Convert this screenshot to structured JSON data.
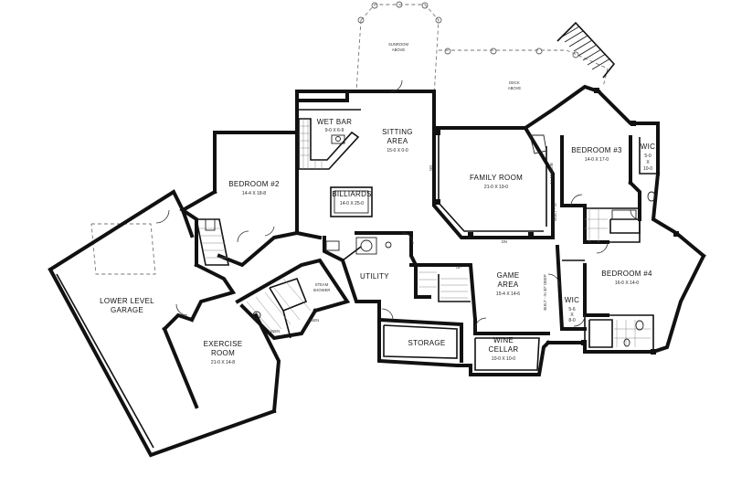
{
  "rooms": {
    "garage": {
      "name_1": "LOWER LEVEL",
      "name_2": "GARAGE"
    },
    "exercise": {
      "name_1": "EXERCISE",
      "name_2": "ROOM",
      "dim": "21-0 X 14-8"
    },
    "bedroom2": {
      "name": "BEDROOM #2",
      "dim": "14-4 X 18-8"
    },
    "wet_bar": {
      "name": "WET BAR",
      "dim": "9-0 X 6-9"
    },
    "sitting": {
      "name_1": "SITTING",
      "name_2": "AREA",
      "dim": "15-0 X 0-0"
    },
    "billiards": {
      "name": "BILLIARDS",
      "dim": "14-0 X 25-0"
    },
    "family": {
      "name": "FAMILY ROOM",
      "dim": "21-0 X 19-0"
    },
    "bedroom3": {
      "name": "BEDROOM #3",
      "dim": "14-0 X 17-0"
    },
    "wic1": {
      "name": "WIC",
      "dim_1": "5-0",
      "dim_2": "X",
      "dim_3": "10-0"
    },
    "utility": {
      "name": "UTILITY"
    },
    "game": {
      "name_1": "GAME",
      "name_2": "AREA",
      "dim": "15-4 X 14-6"
    },
    "bedroom4": {
      "name": "BEDROOM #4",
      "dim": "16-0 X 14-0"
    },
    "wic2": {
      "name": "WIC",
      "dim_1": "5-6",
      "dim_2": "X",
      "dim_3": "8-0"
    },
    "storage": {
      "name": "STORAGE"
    },
    "wine": {
      "name_1": "WINE",
      "name_2": "CELLAR",
      "dim": "10-0 X 10-0"
    }
  },
  "notes": {
    "sunroom": {
      "line_1": "SUNROOM",
      "line_2": "ABOVE"
    },
    "deck": {
      "line_1": "DECK",
      "line_2": "ABOVE"
    },
    "steam": {
      "line_1": "STEAM",
      "line_2": "SHOWER"
    },
    "linen_1": "LINEN",
    "linen_2": "LINEN",
    "builtin_tv": "BUILT-IN TV",
    "builtin_deep": "BUILT - IN 30\" DEEP",
    "dn_1": "DN",
    "dn_2": "DN",
    "up": "UP",
    "built_in": "BUILT - IN"
  }
}
